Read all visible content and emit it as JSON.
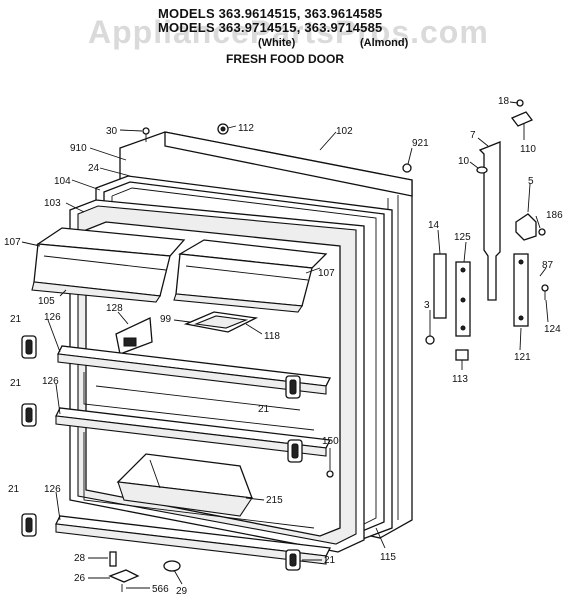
{
  "title": {
    "line1": "MODELS 363.9614515, 363.9614585",
    "line2": "MODELS 363.9714515, 363.9714585",
    "white": "(White)",
    "almond": "(Almond)",
    "subtitle": "FRESH FOOD DOOR"
  },
  "watermark": "AppliancePartsPros.com",
  "callouts": {
    "c18": "18",
    "c30": "30",
    "c112": "112",
    "c102": "102",
    "c921": "921",
    "c7": "7",
    "c910": "910",
    "c24": "24",
    "c10": "10",
    "c110": "110",
    "c104": "104",
    "c5": "5",
    "c186": "186",
    "c103": "103",
    "c14": "14",
    "c125": "125",
    "c107a": "107",
    "c107b": "107",
    "c87": "87",
    "c105": "105",
    "c128": "128",
    "c99": "99",
    "c118": "118",
    "c3": "3",
    "c124": "124",
    "c21a": "21",
    "c126a": "126",
    "c121": "121",
    "c113": "113",
    "c21b": "21",
    "c126b": "126",
    "c21c": "21",
    "c150": "150",
    "c21d": "21",
    "c126c": "126",
    "c215": "215",
    "c115": "115",
    "c21e": "21",
    "c28": "28",
    "c26": "26",
    "c566": "566",
    "c29": "29"
  }
}
